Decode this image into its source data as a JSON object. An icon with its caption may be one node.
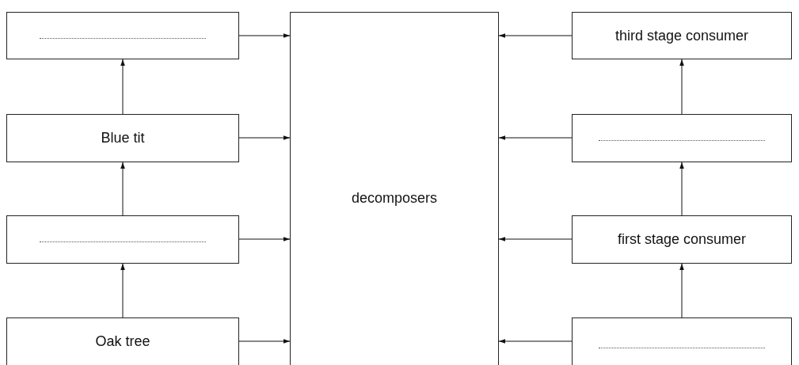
{
  "diagram": {
    "nodes": [
      {
        "text": [],
        "shape": "box"
      },
      {
        "text": [
          "decomposers"
        ]
      },
      {
        "text": [
          "third stage consumer"
        ]
      },
      {
        "text": [
          "Blue tit"
        ]
      },
      {
        "text": [],
        "shape": "box"
      },
      {
        "text": [],
        "shape": "box"
      },
      {
        "text": [
          "first stage consumer"
        ]
      },
      {
        "text": [
          "Oak tree"
        ]
      },
      {
        "text": [],
        "shape": "box"
      }
    ],
    "edges": [
      {
        "from": 0,
        "to": 1,
        "arrow": "to"
      },
      {
        "from": 2,
        "to": 1,
        "arrow": "to"
      },
      {
        "from": 3,
        "to": 0,
        "arrow": "to"
      },
      {
        "from": 4,
        "to": 2,
        "arrow": "to"
      },
      {
        "from": 3,
        "to": 1,
        "arrow": "to"
      },
      {
        "from": 4,
        "to": 1,
        "arrow": "to"
      },
      {
        "from": 5,
        "to": 3,
        "arrow": "to"
      },
      {
        "from": 6,
        "to": 4,
        "arrow": "to"
      },
      {
        "from": 5,
        "to": 1,
        "arrow": "to"
      },
      {
        "from": 6,
        "to": 1,
        "arrow": "to"
      },
      {
        "from": 7,
        "to": 5,
        "arrow": "to"
      },
      {
        "from": 8,
        "to": 6,
        "arrow": "to"
      },
      {
        "from": 7,
        "to": 1,
        "arrow": "to"
      },
      {
        "from": 8,
        "to": 1,
        "arrow": "to"
      }
    ]
  }
}
